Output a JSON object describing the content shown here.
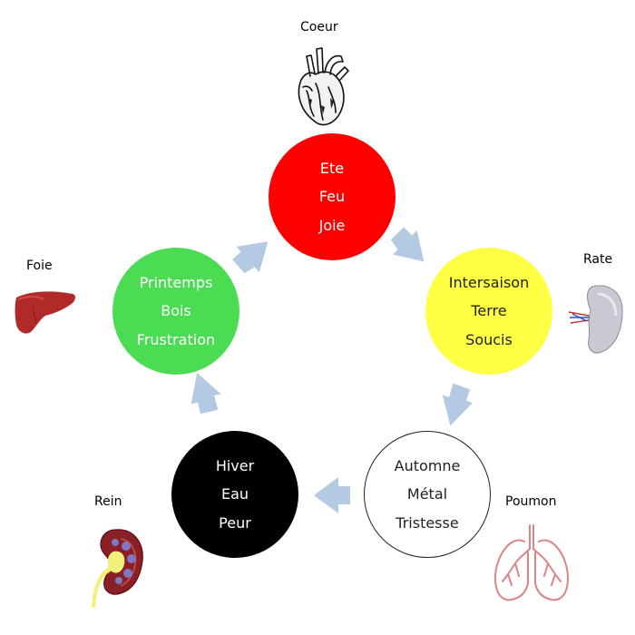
{
  "elements": [
    {
      "name": "element-ete",
      "lines": [
        "Ete",
        "Feu",
        "Joie"
      ],
      "fill": "#ff0000",
      "text_color": "#ffffff",
      "border": "none"
    },
    {
      "name": "element-intersaison",
      "lines": [
        "Intersaison",
        "Terre",
        "Soucis"
      ],
      "fill": "#ffff44",
      "text_color": "#222222",
      "border": "none"
    },
    {
      "name": "element-automne",
      "lines": [
        "Automne",
        "Métal",
        "Tristesse"
      ],
      "fill": "#ffffff",
      "text_color": "#222222",
      "border": "#222222"
    },
    {
      "name": "element-hiver",
      "lines": [
        "Hiver",
        "Eau",
        "Peur"
      ],
      "fill": "#000000",
      "text_color": "#ffffff",
      "border": "none"
    },
    {
      "name": "element-printemps",
      "lines": [
        "Printemps",
        "Bois",
        "Frustration"
      ],
      "fill": "#4cdc54",
      "text_color": "#ffffff",
      "border": "none"
    }
  ],
  "organs": {
    "coeur": "Coeur",
    "rate": "Rate",
    "poumon": "Poumon",
    "rein": "Rein",
    "foie": "Foie"
  },
  "icons": [
    "heart-icon",
    "spleen-icon",
    "lungs-icon",
    "kidney-icon",
    "liver-icon"
  ],
  "arrow_color": "#b4c9e2"
}
